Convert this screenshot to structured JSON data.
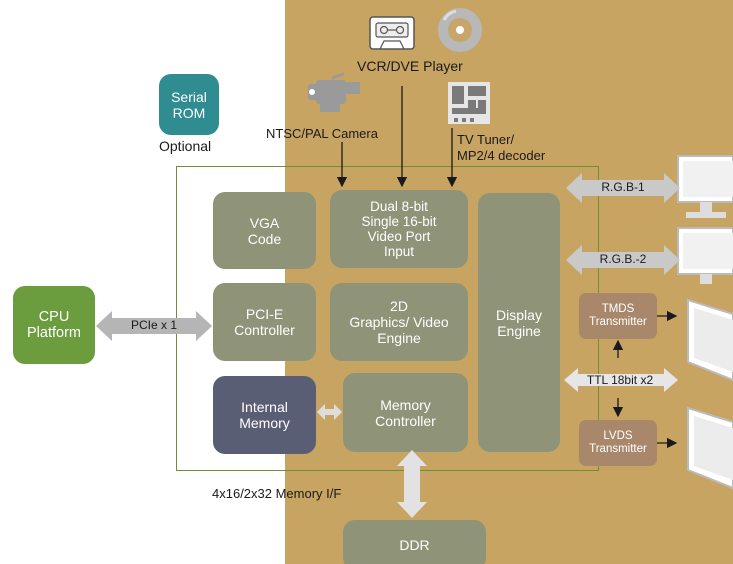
{
  "colors": {
    "background_left": "#ffffff",
    "background_right": "#c8a463",
    "chip_border": "#6e8e3c",
    "block_sage": "#8f9478",
    "block_navy": "#5a5e74",
    "block_green": "#6b9c3e",
    "block_teal": "#2f8d91",
    "block_brown": "#a9876a",
    "arrow_gray": "#b5b5b5"
  },
  "blocks": {
    "serial_rom": "Serial\nROM",
    "cpu_platform": "CPU\nPlatform",
    "vga_code": "VGA\nCode",
    "pcie_controller": "PCI-E\nController",
    "internal_memory": "Internal\nMemory",
    "video_port_input": "Dual 8-bit\nSingle 16-bit\nVideo Port\nInput",
    "graphics_video_engine": "2D\nGraphics/ Video\nEngine",
    "memory_controller": "Memory\nController",
    "display_engine": "Display\nEngine",
    "tmds_transmitter": "TMDS\nTransmitter",
    "lvds_transmitter": "LVDS\nTransmitter",
    "ddr": "DDR"
  },
  "labels": {
    "optional": "Optional",
    "vcr_dve_player": "VCR/DVE Player",
    "ntsc_pal_camera": "NTSC/PAL Camera",
    "tv_tuner": "TV Tuner/\nMP2/4 decoder",
    "pcie_x1": "PCIe x 1",
    "rgb1": "R.G.B-1",
    "rgb2": "R.G.B.-2",
    "ttl": "TTL 18bit x2",
    "memory_if": "4x16/2x32 Memory I/F"
  },
  "icons": [
    "cassette-icon",
    "disc-icon",
    "camera-icon",
    "tv-tuner-board-icon",
    "monitor-icon",
    "flat-panel-icon"
  ]
}
